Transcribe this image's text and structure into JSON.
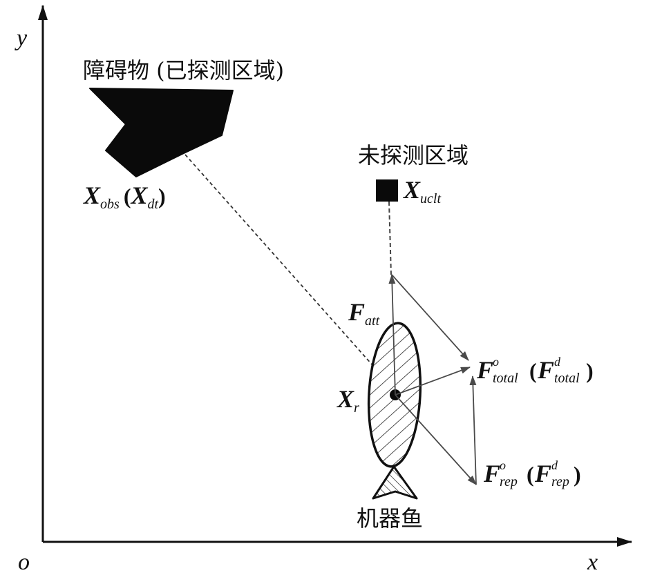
{
  "axes": {
    "x_label": "x",
    "y_label": "y",
    "origin_label": "o"
  },
  "obstacle": {
    "title": "障碍物 (已探测区域)"
  },
  "unexplored": {
    "title": "未探测区域"
  },
  "robot": {
    "label": "机器鱼"
  },
  "symbols": {
    "x_obs": {
      "main": "X",
      "sub": "obs"
    },
    "x_dt": {
      "main": "X",
      "sub": "dt"
    },
    "x_uclt": {
      "main": "X",
      "sub": "uclt"
    },
    "x_r": {
      "main": "X",
      "sub": "r"
    },
    "f_att": {
      "main": "F",
      "sub": "att"
    },
    "f_total_o": {
      "main": "F",
      "sup": "o",
      "sub": "total"
    },
    "f_total_d": {
      "main": "F",
      "sup": "d",
      "sub": "total"
    },
    "f_rep_o": {
      "main": "F",
      "sup": "o",
      "sub": "rep"
    },
    "f_rep_d": {
      "main": "F",
      "sup": "d",
      "sub": "rep"
    }
  },
  "colors": {
    "ink": "#111111",
    "arrow": "#4a4a4a",
    "hatch": "#222222"
  }
}
